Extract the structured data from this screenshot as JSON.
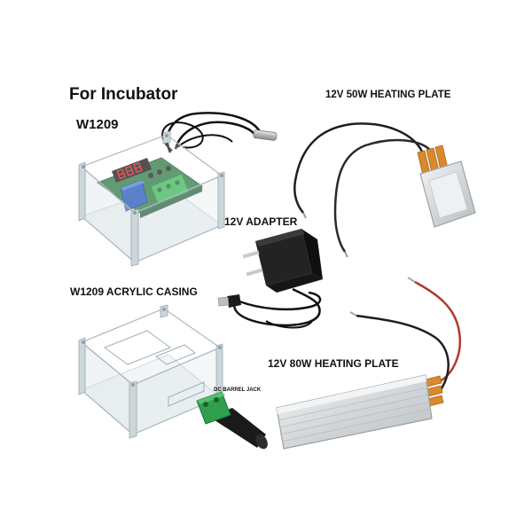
{
  "title": "For Incubator",
  "labels": {
    "controller": "W1209",
    "heating_plate_50w": "12V 50W HEATING PLATE",
    "adapter": "12V ADAPTER",
    "acrylic_casing": "W1209 ACRYLIC CASING",
    "heating_plate_80w": "12V 80W HEATING PLATE",
    "barrel_jack": "DC BARREL JACK"
  },
  "colors": {
    "background": "#ffffff",
    "text": "#111111",
    "pcb": "#2e7a45",
    "terminal": "#3cb558",
    "relay": "#2357b8",
    "led": "#e02020",
    "heater_tab": "#d8892c",
    "red_wire": "#b23a2a"
  }
}
